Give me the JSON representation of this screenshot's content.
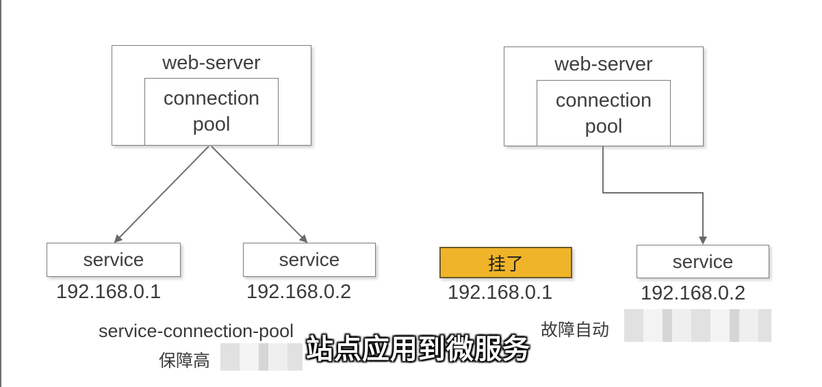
{
  "left": {
    "web_server_label": "web-server",
    "pool_label": "connection\npool",
    "services": [
      {
        "label": "service",
        "ip": "192.168.0.1"
      },
      {
        "label": "service",
        "ip": "192.168.0.2"
      }
    ],
    "caption_line1": "service-connection-pool",
    "caption_line2": "保障高"
  },
  "right": {
    "web_server_label": "web-server",
    "pool_label": "connection\npool",
    "failed_node": {
      "label": "挂了",
      "ip": "192.168.0.1",
      "color": "#f0b429"
    },
    "service": {
      "label": "service",
      "ip": "192.168.0.2"
    },
    "caption": "故障自动"
  },
  "subtitle": "站点应用到微服务"
}
